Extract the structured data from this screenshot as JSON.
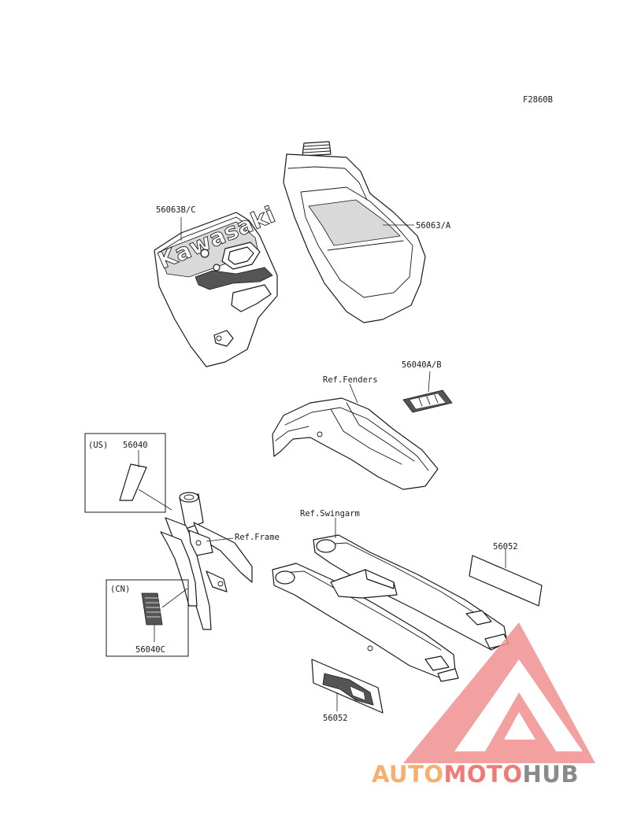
{
  "figure_code": "F2860B",
  "labels": {
    "shroud": "56063B/C",
    "tank": "56063/A",
    "fender_decal": "56040A/B",
    "ref_fenders": "Ref.Fenders",
    "region_us": "(US)",
    "us_decal": "56040",
    "ref_frame": "Ref.Frame",
    "region_cn": "(CN)",
    "cn_decal": "56040C",
    "ref_swingarm": "Ref.Swingarm",
    "swingarm_decal_right": "56052",
    "swingarm_decal_bottom": "56052"
  },
  "shroud_logo": "Kawasaki",
  "watermark": {
    "part1": "AUTO",
    "part2": "MOTO",
    "part3": "HUB",
    "colors": {
      "auto": "#f5b070",
      "moto": "#ef7a76",
      "hub": "#8a8a8a",
      "triangle": "#f08f8f"
    }
  }
}
